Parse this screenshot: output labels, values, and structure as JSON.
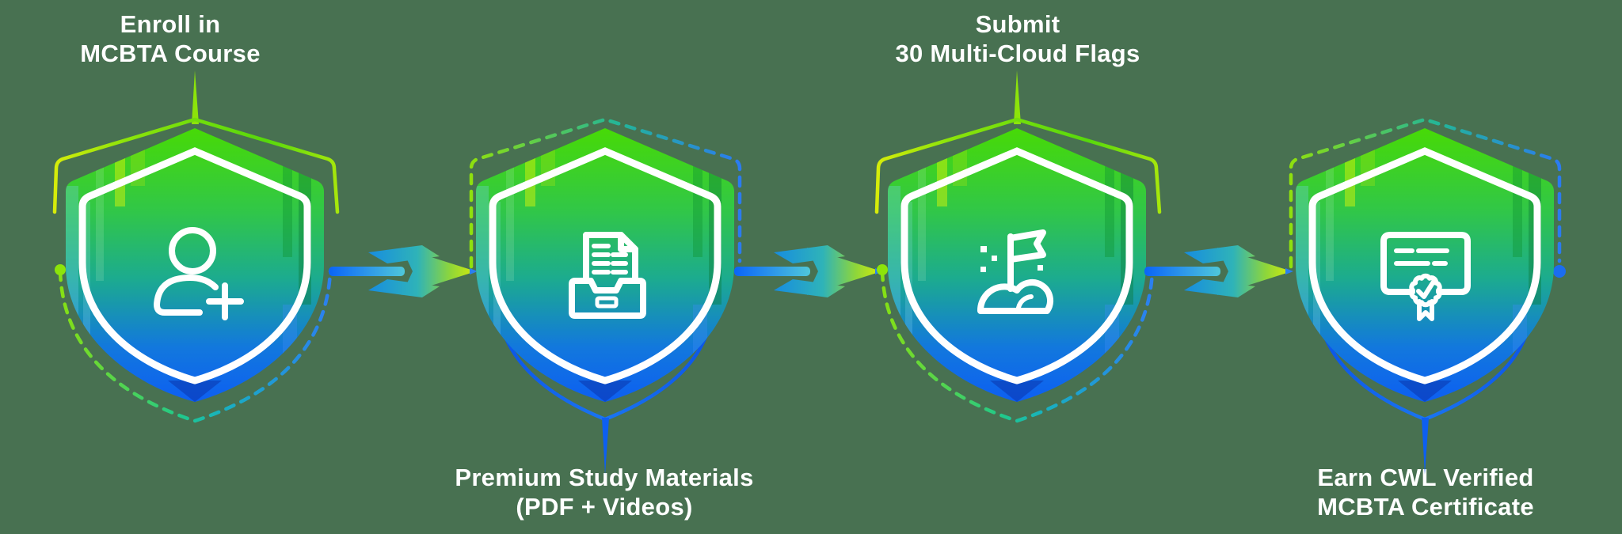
{
  "title": "MCBTA certification process flow",
  "background_color": "#487151",
  "steps": [
    {
      "label_lines": [
        "Enroll in",
        "MCBTA Course"
      ],
      "label_position": "top",
      "icon": "user-plus",
      "decoration": "solid-green-top-spike, dashed-bottom-arc, green-dot-left"
    },
    {
      "label_lines": [
        "Premium Study Materials",
        "(PDF + Videos)"
      ],
      "label_position": "bottom",
      "icon": "document-inbox",
      "decoration": "dashed-top-arc, solid-blue-bottom-spike"
    },
    {
      "label_lines": [
        "Submit",
        "30 Multi-Cloud Flags"
      ],
      "label_position": "top",
      "icon": "flag-milestone",
      "decoration": "solid-green-top-spike, dashed-bottom-arc, green-dot-left"
    },
    {
      "label_lines": [
        "Earn CWL Verified",
        "MCBTA Certificate"
      ],
      "label_position": "bottom",
      "icon": "certificate",
      "decoration": "dashed-top-arc, solid-blue-bottom-spike, blue-dot-right"
    }
  ],
  "connectors": [
    {
      "type": "arrow",
      "direction": "right",
      "from": "step-1",
      "to": "step-2"
    },
    {
      "type": "arrow",
      "direction": "right",
      "from": "step-2",
      "to": "step-3"
    },
    {
      "type": "arrow",
      "direction": "right",
      "from": "step-3",
      "to": "step-4"
    }
  ],
  "colors": {
    "background": "#487151",
    "shield_gradient_top": "#47da06",
    "shield_gradient_mid": "#1cab8f",
    "shield_gradient_bottom": "#0d5ff2",
    "outline_lime": "#8ce40a",
    "outline_blue": "#0c56e8",
    "dash_green": "#86e013",
    "dash_blue": "#2b7ff0",
    "arrow_tip_lime": "#d6ec08",
    "icon_stroke": "#ffffff",
    "label_text": "#ffffff"
  }
}
